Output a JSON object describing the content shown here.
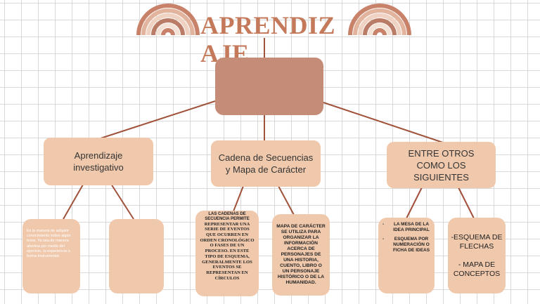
{
  "title": "APRENDIZAJE",
  "colors": {
    "title": "#c47a5a",
    "root_box": "#c58c78",
    "boxes": "#f0c9ad",
    "connector": "#a0523a",
    "grid": "#d9d9d9",
    "rainbow": [
      "#c9826a",
      "#e3b49d",
      "#efd2c2",
      "#ba7b67",
      "#f4e1d6"
    ]
  },
  "root": {
    "label": ""
  },
  "branches": [
    {
      "label": "Aprendizaje investigativo",
      "children": [
        "Es la manera de adquirir conocimiento sobre algún tema. Ya sea de manera afectiva por medio del ejercicio, la experiencia o forma instrumental.",
        ""
      ]
    },
    {
      "label": "Cadena de Secuencias y Mapa de Carácter",
      "children": [
        {
          "lead": "LAS CADENAS DE SECUENCIA PERMITE",
          "body": "REPRESENTAR UNA SERIE DE EVENTOS QUE OCURREN EN ORDEN CRONOLÓGICO O FASES DE UN PROCESO. EN ESTE TIPO DE ESQUEMA, GENERALMENTE LOS EVENTOS SE REPRESENTAN EN CÍRCULOS"
        },
        "MAPA DE CARÁCTER SE UTILIZA PARA ORGANIZAR LA INFORMACIÓN ACERCA DE PERSONAJES DE UNA HISTORIA, CUENTO, LIBRO O UN PERSONAJE HISTÓRICO O DE LA HUMANIDAD."
      ]
    },
    {
      "label": "ENTRE OTROS COMO LOS SIGUIENTES",
      "children": [
        {
          "dash": "-",
          "items": [
            "LA MESA DE LA IDEA PRINCIPAL",
            "ESQUEMA POR NUMERACIÓN O FICHA DE IDEAS"
          ]
        },
        "-ESQUEMA DE FLECHAS\n\n- MAPA DE CONCEPTOS"
      ]
    }
  ]
}
